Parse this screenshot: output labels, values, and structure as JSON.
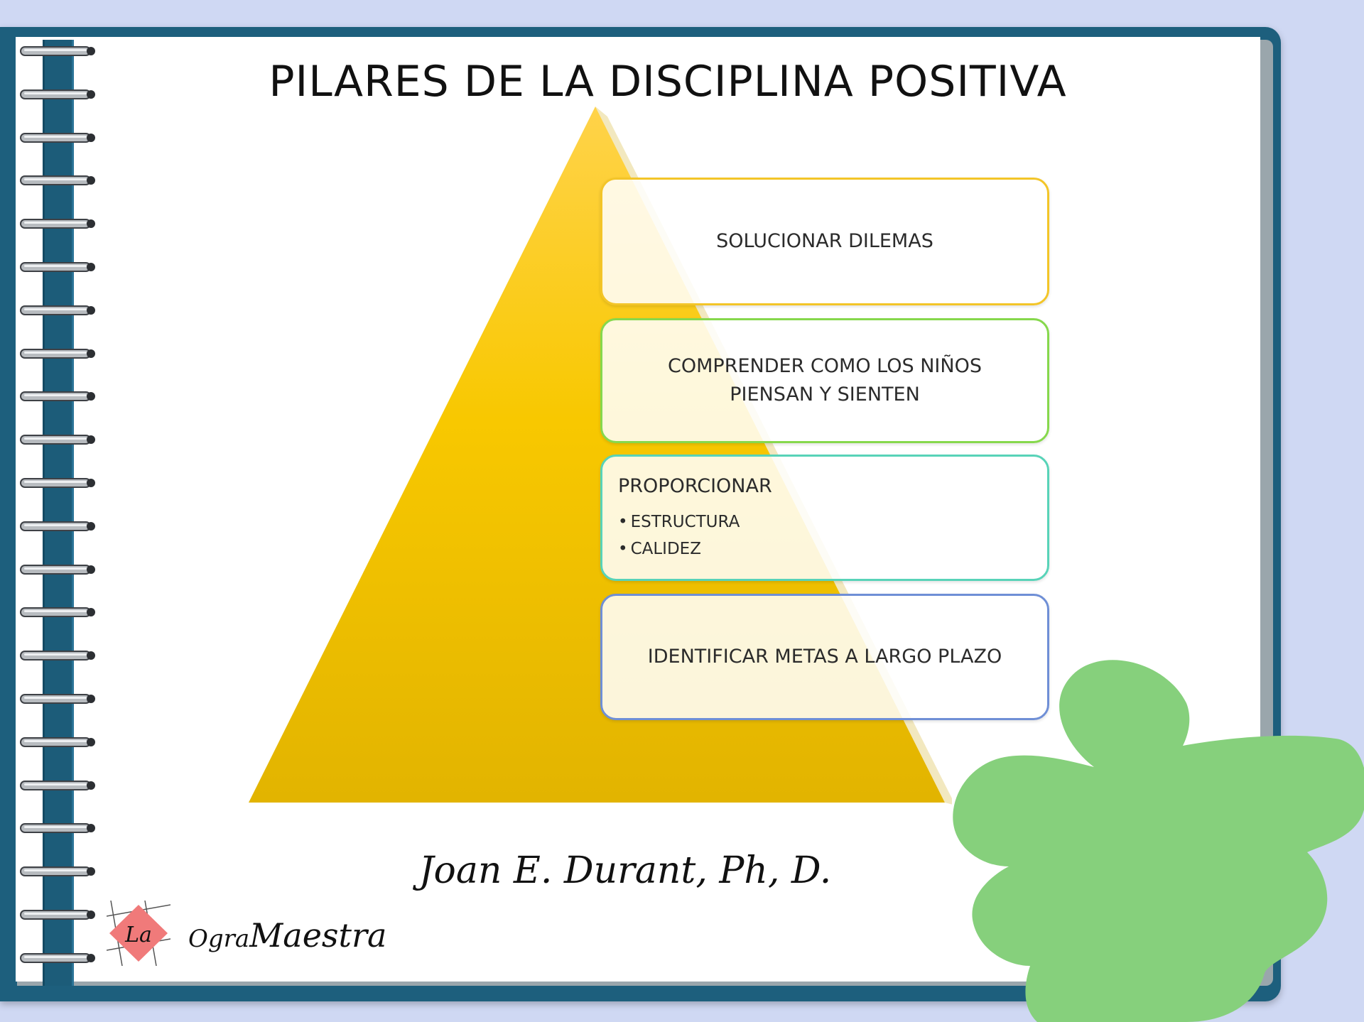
{
  "title": "PILARES DE LA DISCIPLINA POSITIVA",
  "levels": [
    {
      "text": "SOLUCIONAR  DILEMAS"
    },
    {
      "text_line1": "COMPRENDER  COMO  LOS NIÑOS",
      "text_line2": "PIENSAN Y  SIENTEN"
    },
    {
      "heading": "PROPORCIONAR",
      "items": [
        "ESTRUCTURA",
        "CALIDEZ"
      ]
    },
    {
      "text": "IDENTIFICAR  METAS A LARGO PLAZO"
    }
  ],
  "author": "Joan E. Durant, Ph, D.",
  "logo": {
    "mark": "La",
    "word1": "Ogra",
    "word2": "Maestra"
  },
  "colors": {
    "background": "#cfd8f3",
    "notebook_cover": "#1d5f7d",
    "pyramid_yellow": "#f7c600",
    "box1_border": "#f3c528",
    "box2_border": "#86d84c",
    "box3_border": "#58d3b8",
    "box4_border": "#6f8fd6",
    "blob_green": "#86d07c",
    "logo_pink": "#f07a7a"
  }
}
